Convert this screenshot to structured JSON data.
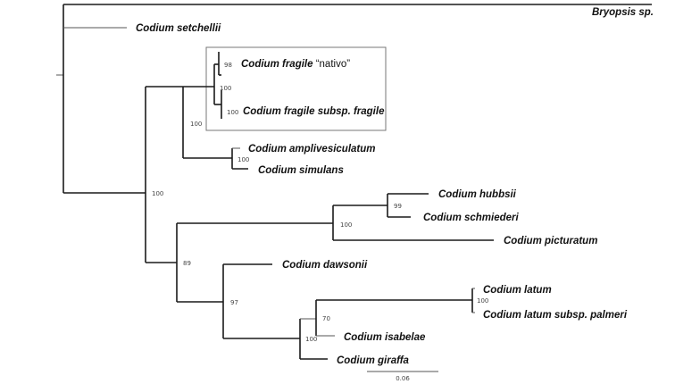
{
  "figure": {
    "type": "phylogenetic-tree",
    "scale_bar_label": "0.06",
    "highlight_box_contains": [
      "Codium fragile \"nativo\"",
      "Codium fragile subsp. fragile"
    ]
  },
  "taxa": {
    "bryopsis": "Bryopsis sp.",
    "setchellii": "Codium setchellii",
    "fragile_nativo_italic": "Codium fragile",
    "fragile_nativo_plain": " “nativo”",
    "fragile_fragile": "Codium fragile subsp. fragile",
    "amplivesiculatum": "Codium amplivesiculatum",
    "simulans": "Codium simulans",
    "hubbsii": "Codium hubbsii",
    "schmiederi": "Codium schmiederi",
    "picturatum": "Codium picturatum",
    "dawsonii": "Codium dawsonii",
    "latum": "Codium latum",
    "latum_palmeri": "Codium latum subsp. palmeri",
    "isabelae": "Codium isabelae",
    "giraffa": "Codium giraffa"
  },
  "support": {
    "fragile_nativo": "98",
    "fragile_clade": "100",
    "fragile_fragile": "100",
    "fragile_amplivesiculatum": "100",
    "amplivesiculatum_simulans": "100",
    "ingroup_main": "100",
    "hubbsii_schmiederi": "99",
    "hubbsii_picturatum": "100",
    "lower_clade": "89",
    "dawsonii_clade": "97",
    "latum_pair": "100",
    "latum_isabelae": "70",
    "latum_giraffa": "100"
  }
}
